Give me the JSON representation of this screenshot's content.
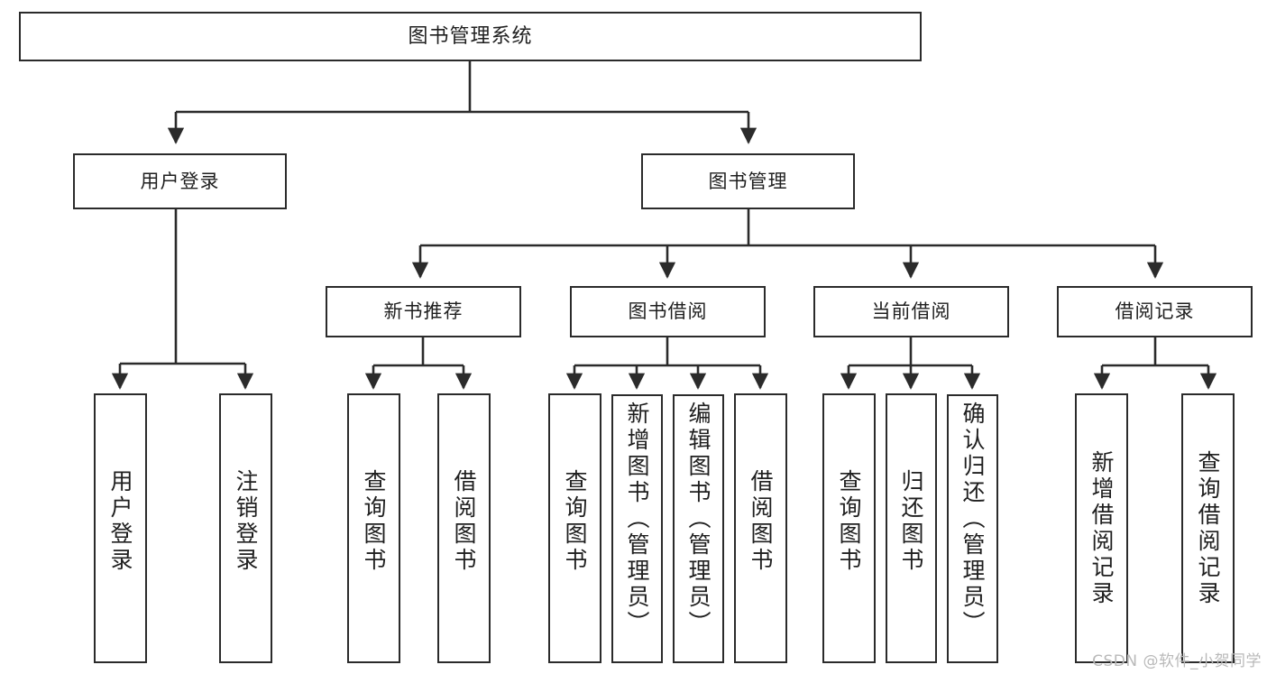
{
  "diagram": {
    "type": "tree",
    "title": "图书管理系统",
    "root": {
      "id": "root",
      "label": "图书管理系统"
    },
    "level2": [
      {
        "id": "user-login",
        "label": "用户登录"
      },
      {
        "id": "book-manage",
        "label": "图书管理"
      }
    ],
    "level3": [
      {
        "id": "new-book-rec",
        "label": "新书推荐",
        "parent": "book-manage"
      },
      {
        "id": "book-borrow",
        "label": "图书借阅",
        "parent": "book-manage"
      },
      {
        "id": "current-borrow",
        "label": "当前借阅",
        "parent": "book-manage"
      },
      {
        "id": "borrow-record",
        "label": "借阅记录",
        "parent": "book-manage"
      }
    ],
    "leaves": [
      {
        "id": "leaf-user-login",
        "label": "用户登录",
        "parent": "user-login"
      },
      {
        "id": "leaf-logout",
        "label": "注销登录",
        "parent": "user-login"
      },
      {
        "id": "leaf-query-book-1",
        "label": "查询图书",
        "parent": "new-book-rec"
      },
      {
        "id": "leaf-borrow-book-1",
        "label": "借阅图书",
        "parent": "new-book-rec"
      },
      {
        "id": "leaf-query-book-2",
        "label": "查询图书",
        "parent": "book-borrow"
      },
      {
        "id": "leaf-add-book",
        "label": "新增图书（管理员）",
        "parent": "book-borrow"
      },
      {
        "id": "leaf-edit-book",
        "label": "编辑图书（管理员）",
        "parent": "book-borrow"
      },
      {
        "id": "leaf-borrow-book-2",
        "label": "借阅图书",
        "parent": "book-borrow"
      },
      {
        "id": "leaf-query-book-3",
        "label": "查询图书",
        "parent": "current-borrow"
      },
      {
        "id": "leaf-return-book",
        "label": "归还图书",
        "parent": "current-borrow"
      },
      {
        "id": "leaf-confirm-return",
        "label": "确认归还（管理员）",
        "parent": "current-borrow"
      },
      {
        "id": "leaf-add-record",
        "label": "新增借阅记录",
        "parent": "borrow-record"
      },
      {
        "id": "leaf-query-record",
        "label": "查询借阅记录",
        "parent": "borrow-record"
      }
    ],
    "colors": {
      "border": "#2b2b2b",
      "background": "#ffffff",
      "text": "#1f1f1f",
      "edge": "#2b2b2b",
      "watermark": "#b9b9b9"
    }
  },
  "watermark": {
    "text": "CSDN @软件_小贺同学"
  }
}
